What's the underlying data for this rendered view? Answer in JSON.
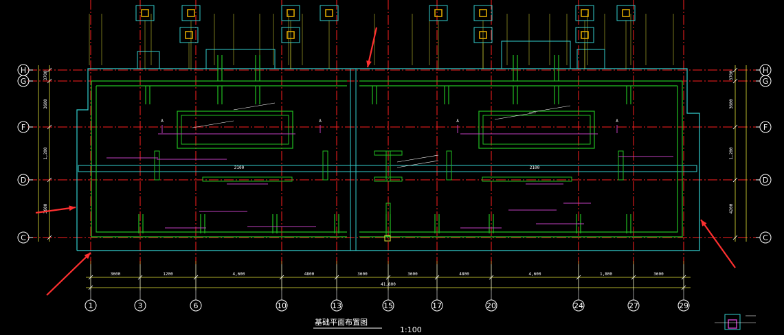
{
  "drawing": {
    "title": "基础平面布置图",
    "scale": "1:100"
  },
  "axes": {
    "rows": [
      "H",
      "G",
      "F",
      "D",
      "C"
    ],
    "columns": [
      "1",
      "3",
      "6",
      "10",
      "13",
      "15",
      "17",
      "20",
      "24",
      "27",
      "29"
    ]
  },
  "dimensions": {
    "bottom_segments": [
      "3600",
      "1200",
      "4,600",
      "4800",
      "3600",
      "3600",
      "4800",
      "4,600",
      "1,800",
      "3600"
    ],
    "total_width": "41,800",
    "left_segments": [
      "3700",
      "3600",
      "1,200",
      "3600"
    ],
    "right_segments": [
      "3700",
      "3600",
      "1,200",
      "4200"
    ],
    "interior_2100_a": "2100",
    "interior_2100_b": "2100"
  },
  "section_marks": [
    "A",
    "A",
    "A",
    "A"
  ],
  "colors": {
    "background": "#000000",
    "axis_line": "#ff2020",
    "wall": "#22c022",
    "outline": "#33d0d0",
    "dimension": "#e8e838",
    "annotation": "#c040c0",
    "callout_arrow": "#ff3030"
  }
}
